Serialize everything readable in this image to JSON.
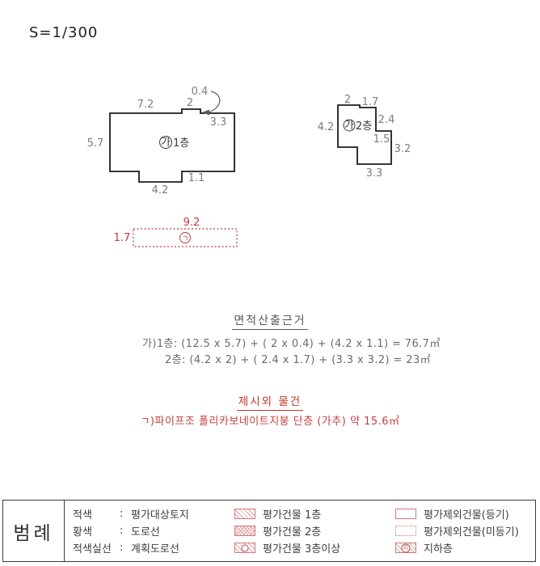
{
  "scale_label": "S=1/300",
  "plans": {
    "first": {
      "marker": "가",
      "floor": "1층",
      "dim_top_left": "7.2",
      "dim_bump_width": "2",
      "dim_bump_height": "0.4",
      "dim_top_right": "3.3",
      "dim_left": "5.7",
      "dim_notch_depth": "1.1",
      "dim_notch_width": "4.2"
    },
    "second": {
      "marker": "가",
      "floor": "2층",
      "dim_top_left": "2",
      "dim_top_right": "1.7",
      "dim_left": "4.2",
      "dim_right_upper": "2.4",
      "dim_step": "1.5",
      "dim_right_lower": "3.2",
      "dim_bottom": "3.3"
    },
    "annex": {
      "marker": "ㄱ",
      "dim_width": "9.2",
      "dim_height": "1.7"
    }
  },
  "area_calc": {
    "title": "면적산출근거",
    "line1": "가)1층: (12.5 x 5.7) + ( 2 x 0.4) + (4.2 x 1.1) = 76.7㎡",
    "line2": "2층: (4.2 x 2) + ( 2.4 x 1.7) + (3.3 x 3.2) = 23㎡"
  },
  "extra_items": {
    "title": "제시외 물건",
    "line1": "ㄱ)파이프조 폴리카보네이트지붕 단층 (가추) 약 15.6㎡"
  },
  "legend": {
    "title": "범례",
    "line_items": [
      {
        "key": "적색",
        "value": "평가대상토지"
      },
      {
        "key": "황색",
        "value": "도로선"
      },
      {
        "key": "적색실선",
        "value": "계획도로선"
      }
    ],
    "building_items": [
      {
        "label": "평가건물 1층"
      },
      {
        "label": "평가건물 2층"
      },
      {
        "label": "평가건물 3층이상"
      }
    ],
    "excluded_items": [
      {
        "label": "평가제외건물(등기)"
      },
      {
        "label": "평가제외건물(미등기)"
      },
      {
        "label": "지하층",
        "marker": "지"
      }
    ]
  },
  "colors": {
    "drawing_red": "#c03a3a",
    "swatch_red": "#cc7a7a",
    "line_black": "#1c1c1c"
  }
}
